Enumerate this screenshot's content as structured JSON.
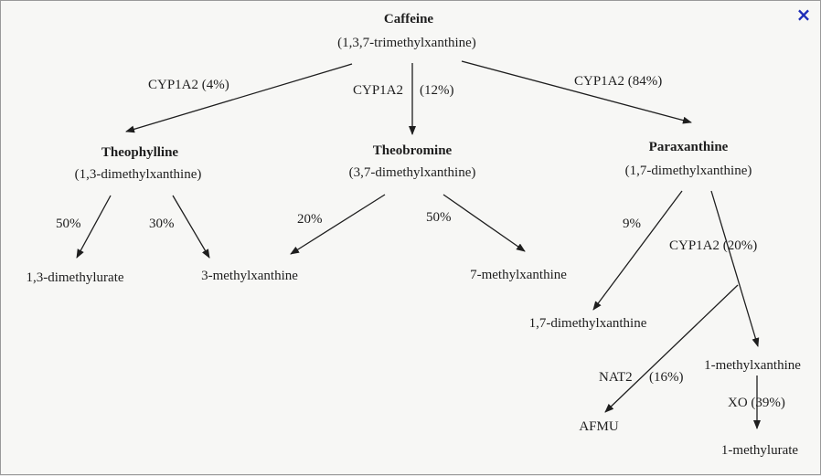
{
  "close_icon": "×",
  "accent_color": "#1d2db8",
  "nodes": {
    "caffeine": {
      "name": "Caffeine",
      "formula": "(1,3,7-trimethylxanthine)"
    },
    "theophylline": {
      "name": "Theophylline",
      "formula": "(1,3-dimethylxanthine)"
    },
    "theobromine": {
      "name": "Theobromine",
      "formula": "(3,7-dimethylxanthine)"
    },
    "paraxanthine": {
      "name": "Paraxanthine",
      "formula": "(1,7-dimethylxanthine)"
    },
    "dimethylurate": "1,3-dimethylurate",
    "methylxanthine_3": "3-methylxanthine",
    "methylxanthine_7": "7-methylxanthine",
    "dimethylxanthine_17": "1,7-dimethylxanthine",
    "methylxanthine_1": "1-methylxanthine",
    "afmu": "AFMU",
    "methylurate_1": "1-methylurate"
  },
  "edges": {
    "to_theophylline": "CYP1A2 (4%)",
    "to_theobromine_enzyme": "CYP1A2",
    "to_theobromine_pct": "(12%)",
    "to_paraxanthine": "CYP1A2 (84%)",
    "theo_to_dmu": "50%",
    "theo_to_3mx": "30%",
    "tb_to_3mx": "20%",
    "tb_to_7mx": "50%",
    "px_to_17dmx": "9%",
    "px_cyp": "CYP1A2 (20%)",
    "nat2_enzyme": "NAT2",
    "nat2_pct": "(16%)",
    "xo": "XO (39%)"
  }
}
